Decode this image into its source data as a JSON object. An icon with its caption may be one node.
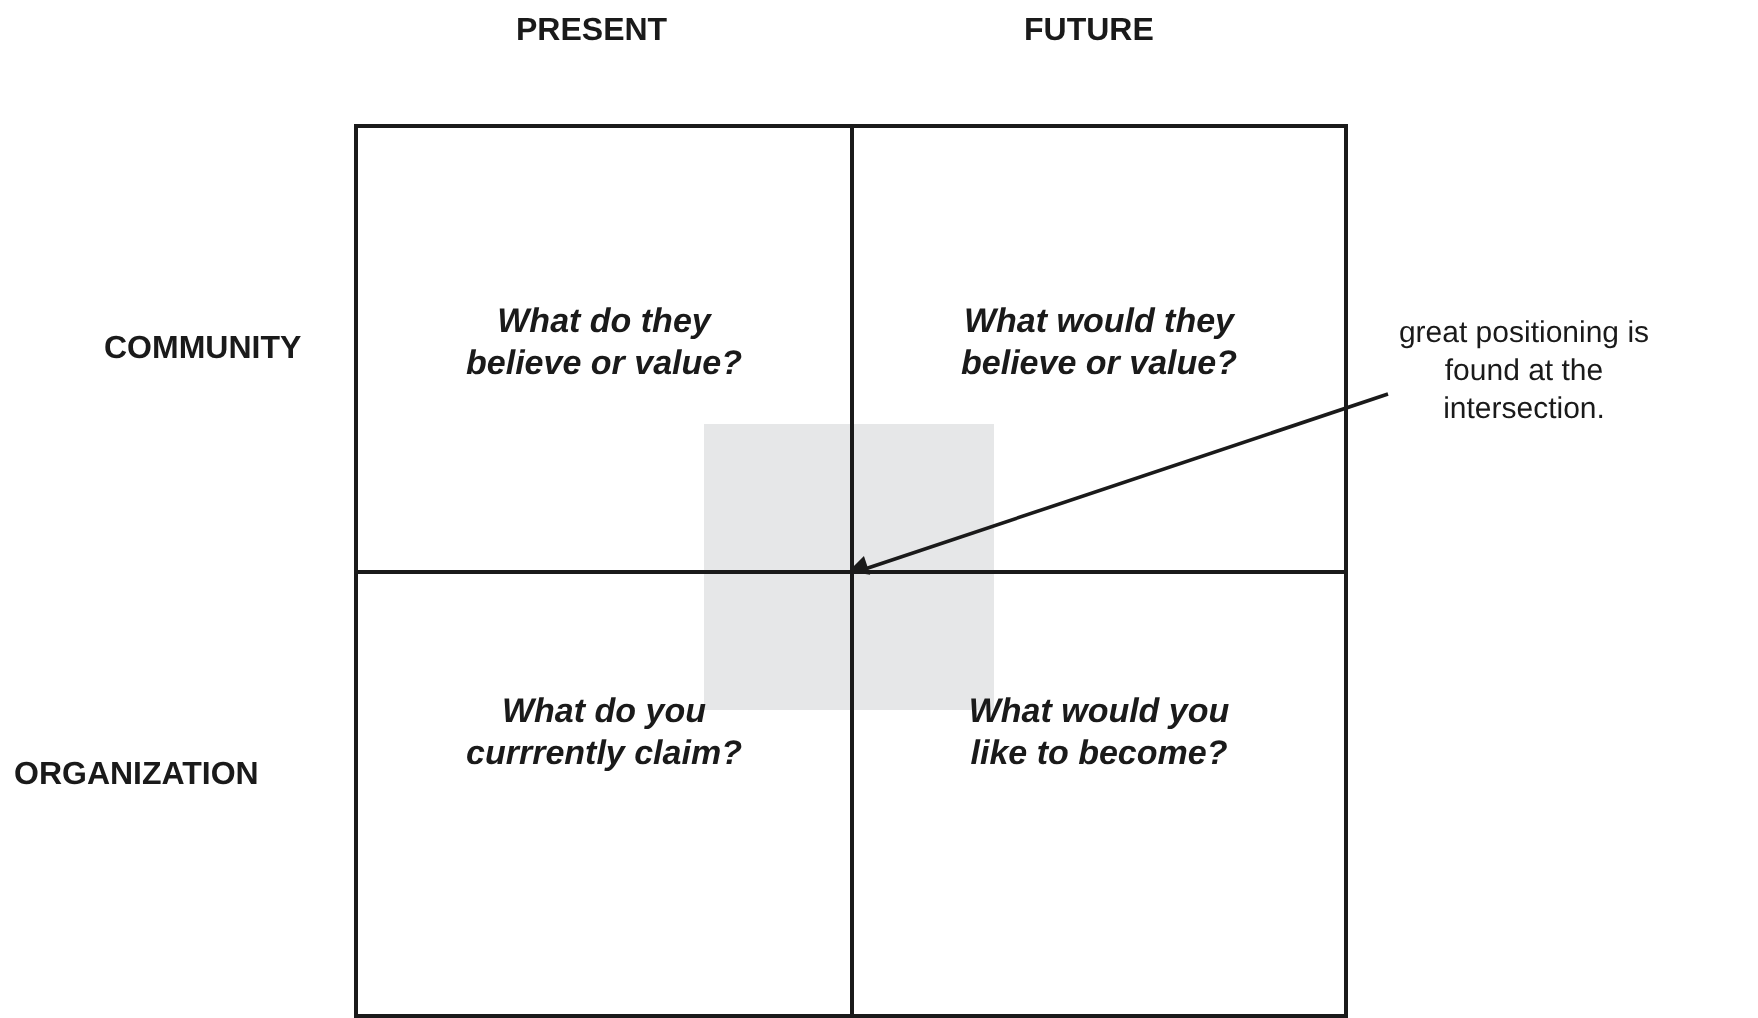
{
  "diagram": {
    "nodes": [
      {
        "text": [
          "What do they believe or value?"
        ]
      },
      {
        "text": [
          "What would they believe or value?"
        ]
      },
      {
        "text": [
          "What do you currrently claim?"
        ]
      },
      {
        "text": [
          "What would you like to become?"
        ]
      },
      {
        "text": [
          "great positioning is found at the intersection."
        ]
      }
    ],
    "edges": [
      {
        "from": 4,
        "to": 3,
        "arrow": "to"
      }
    ],
    "labels": [
      "PRESENT",
      "FUTURE",
      "COMMUNITY",
      "ORGANIZATION"
    ]
  }
}
